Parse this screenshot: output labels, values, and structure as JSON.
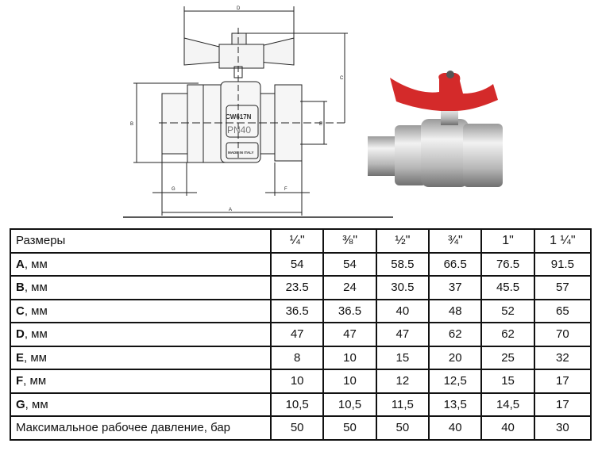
{
  "drawing": {
    "dimension_labels": [
      "D",
      "C",
      "B",
      "E",
      "G",
      "F",
      "A"
    ],
    "body_marking_1": "CW617N",
    "body_marking_2": "PN40",
    "body_marking_3": "MADE IN ITALY"
  },
  "photo": {
    "handle_color": "#d42a2a"
  },
  "table": {
    "header": {
      "label": "Размеры",
      "sizes": [
        "¼\"",
        "⅜\"",
        "½\"",
        "¾\"",
        "1\"",
        "1 ¼\""
      ]
    },
    "rows": [
      {
        "letter": "A",
        "unit": ", мм",
        "values": [
          "54",
          "54",
          "58.5",
          "66.5",
          "76.5",
          "91.5"
        ]
      },
      {
        "letter": "B",
        "unit": ", мм",
        "values": [
          "23.5",
          "24",
          "30.5",
          "37",
          "45.5",
          "57"
        ]
      },
      {
        "letter": "C",
        "unit": ", мм",
        "values": [
          "36.5",
          "36.5",
          "40",
          "48",
          "52",
          "65"
        ]
      },
      {
        "letter": "D",
        "unit": ", мм",
        "values": [
          "47",
          "47",
          "47",
          "62",
          "62",
          "70"
        ]
      },
      {
        "letter": "E",
        "unit": ", мм",
        "values": [
          "8",
          "10",
          "15",
          "20",
          "25",
          "32"
        ]
      },
      {
        "letter": "F",
        "unit": ", мм",
        "values": [
          "10",
          "10",
          "12",
          "12,5",
          "15",
          "17"
        ]
      },
      {
        "letter": "G",
        "unit": ", мм",
        "values": [
          "10,5",
          "10,5",
          "11,5",
          "13,5",
          "14,5",
          "17"
        ]
      },
      {
        "letter": "",
        "unit": "Максимальное рабочее давление, бар",
        "values": [
          "50",
          "50",
          "50",
          "40",
          "40",
          "30"
        ]
      }
    ]
  }
}
